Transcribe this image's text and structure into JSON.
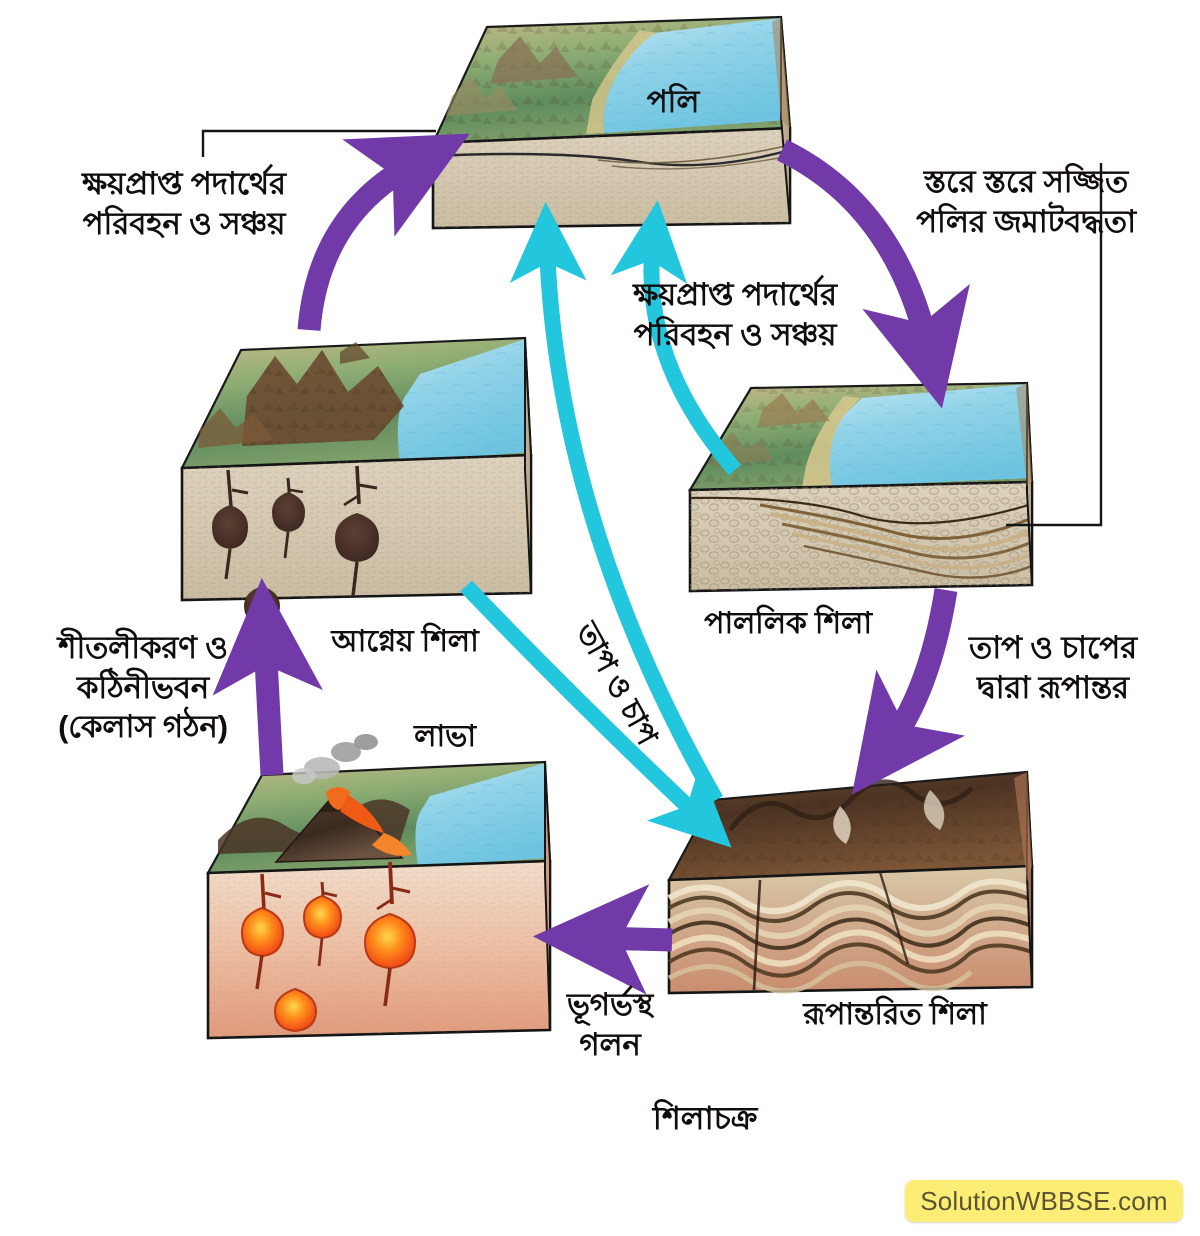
{
  "diagram": {
    "title": "শিলাচক্র",
    "nodes": [
      {
        "id": "sediment",
        "label": "পলি",
        "kind": "silt-block"
      },
      {
        "id": "igneous",
        "label": "আগ্নেয় শিলা",
        "kind": "igneous-rock-block"
      },
      {
        "id": "sedimentary",
        "label": "পাললিক শিলা",
        "kind": "sedimentary-rock-block"
      },
      {
        "id": "metamorphic",
        "label": "রূপান্তরিত শিলা",
        "kind": "metamorphic-rock-block"
      },
      {
        "id": "magma",
        "label": "লাভা",
        "kind": "magma-volcano-block"
      }
    ],
    "process_labels": [
      {
        "id": "erosion-transport-left",
        "text": "ক্ষয়প্রাপ্ত পদার্থের\nপরিবহন ও সঞ্চয়"
      },
      {
        "id": "layered-deposition",
        "text": "স্তরে স্তরে সজ্জিত\nপলির জমাটবদ্ধতা"
      },
      {
        "id": "erosion-transport-mid",
        "text": "ক্ষয়প্রাপ্ত পদার্থের\nপরিবহন ও সঞ্চয়"
      },
      {
        "id": "heat-pressure-change",
        "text": "তাপ ও চাপের\nদ্বারা রূপান্তর"
      },
      {
        "id": "heat-and-pressure",
        "text": "তাপ ও চাপ"
      },
      {
        "id": "underground-melting",
        "text": "ভূগর্ভস্থ\nগলন"
      },
      {
        "id": "cooling-solidification",
        "text": "শীতলীকরণ ও\nকঠিনীভবন\n(কেলাস গঠন)"
      }
    ],
    "watermark": "SolutionWBBSE.com",
    "colors": {
      "purple_arrow": "#713aa8",
      "cyan_arrow": "#22c6dd",
      "text": "#100d0c",
      "watermark_bg": "#fced74",
      "watermark_text": "#5b5535"
    }
  }
}
